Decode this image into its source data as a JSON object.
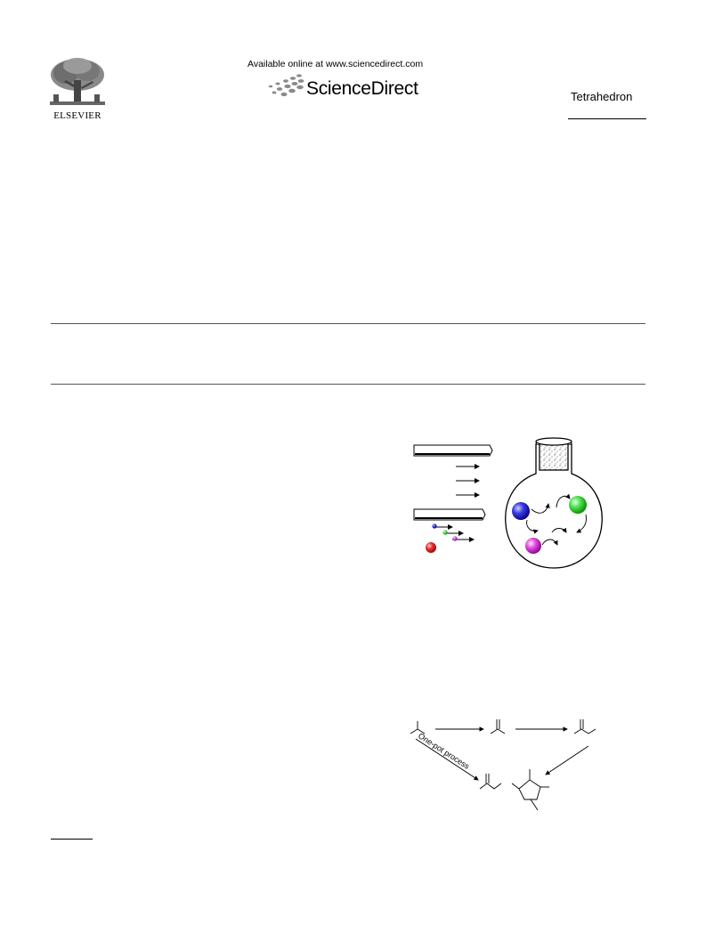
{
  "header": {
    "publisher": "ELSEVIER",
    "available_online": "Available online at www.sciencedirect.com",
    "platform": "ScienceDirect",
    "journal": "Tetrahedron"
  },
  "graphical_abstract": {
    "scheme_label": "One-pot process"
  },
  "colors": {
    "sphere_blue": "#2a2ad8",
    "sphere_green": "#44dd44",
    "sphere_magenta": "#e040e0",
    "sphere_red": "#e82a2a",
    "rule": "#555555"
  },
  "icons": [
    "elsevier-tree-logo",
    "sciencedirect-dots-logo",
    "round-bottom-flask"
  ]
}
